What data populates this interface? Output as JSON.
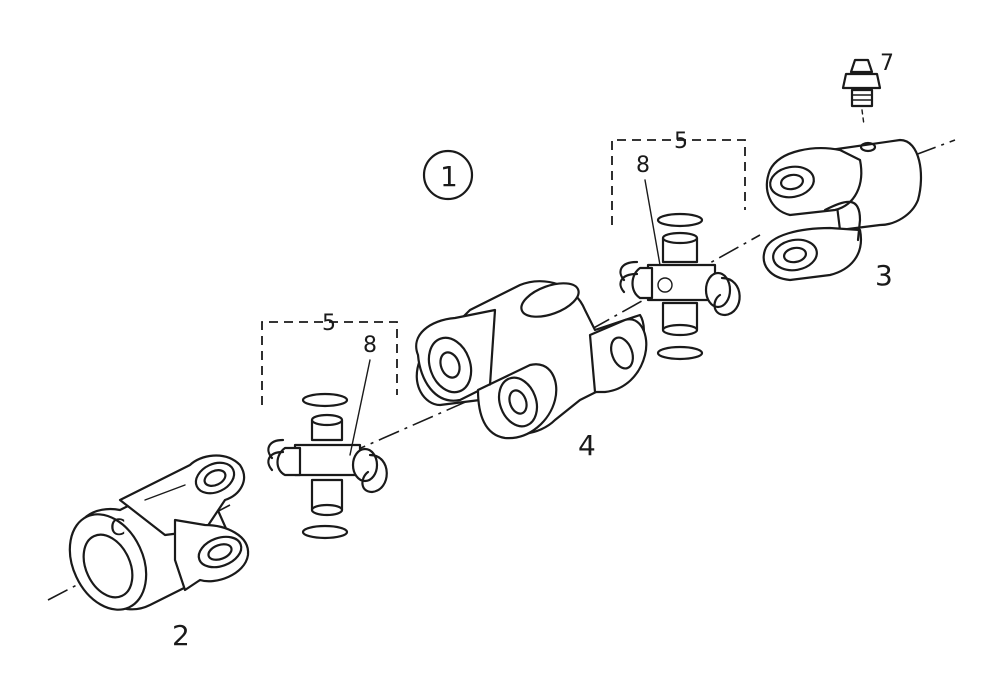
{
  "diagram": {
    "figure_number": "1",
    "part_labels": {
      "yoke_left": "2",
      "yoke_right": "3",
      "center_yoke": "4",
      "kit_left": "5",
      "kit_right": "5",
      "grease_nipple": "7",
      "cross_left": "8",
      "cross_right": "8"
    },
    "yoke_marking": "C"
  }
}
